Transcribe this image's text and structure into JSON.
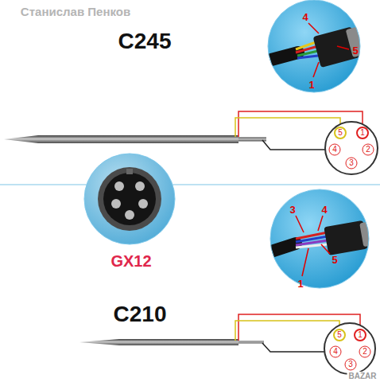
{
  "diagram": {
    "labels": [
      "Станислав Пенков",
      "C245",
      "4",
      "5",
      "1",
      "5",
      "1",
      "4",
      "2",
      "3",
      "GX12",
      "3",
      "4",
      "1",
      "5",
      "C210",
      "5",
      "1",
      "4",
      "2",
      "3",
      "BAZAR"
    ]
  }
}
